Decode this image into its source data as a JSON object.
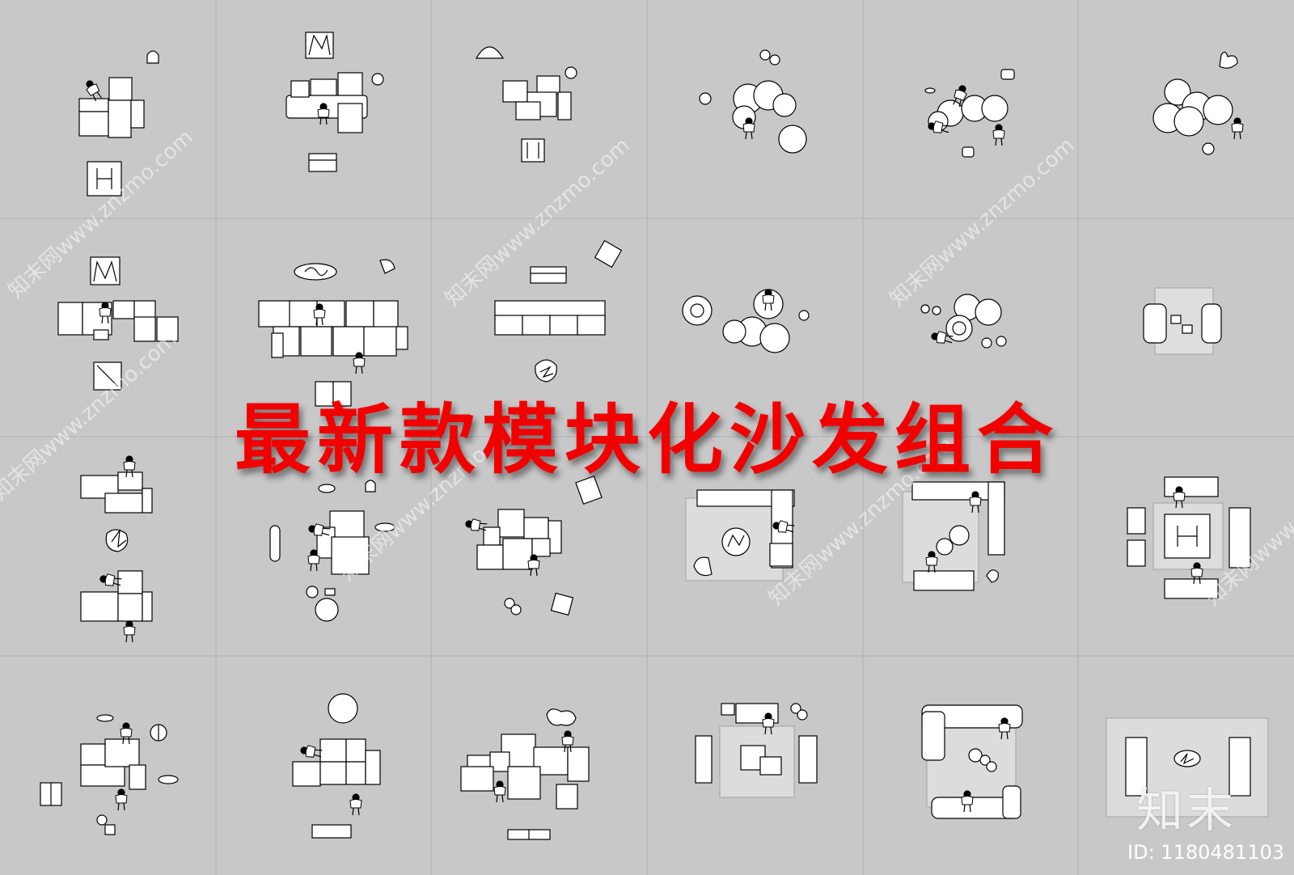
{
  "title": "最新款模块化沙发组合",
  "watermark": "知末网www.znzmo.com",
  "logo_text": "知末",
  "id_label": "ID: 1180481103",
  "colors": {
    "background": "#c8c8c8",
    "title": "#f20000",
    "line": "#000000",
    "fill": "#ffffff",
    "grid": "#b0b0b0"
  }
}
